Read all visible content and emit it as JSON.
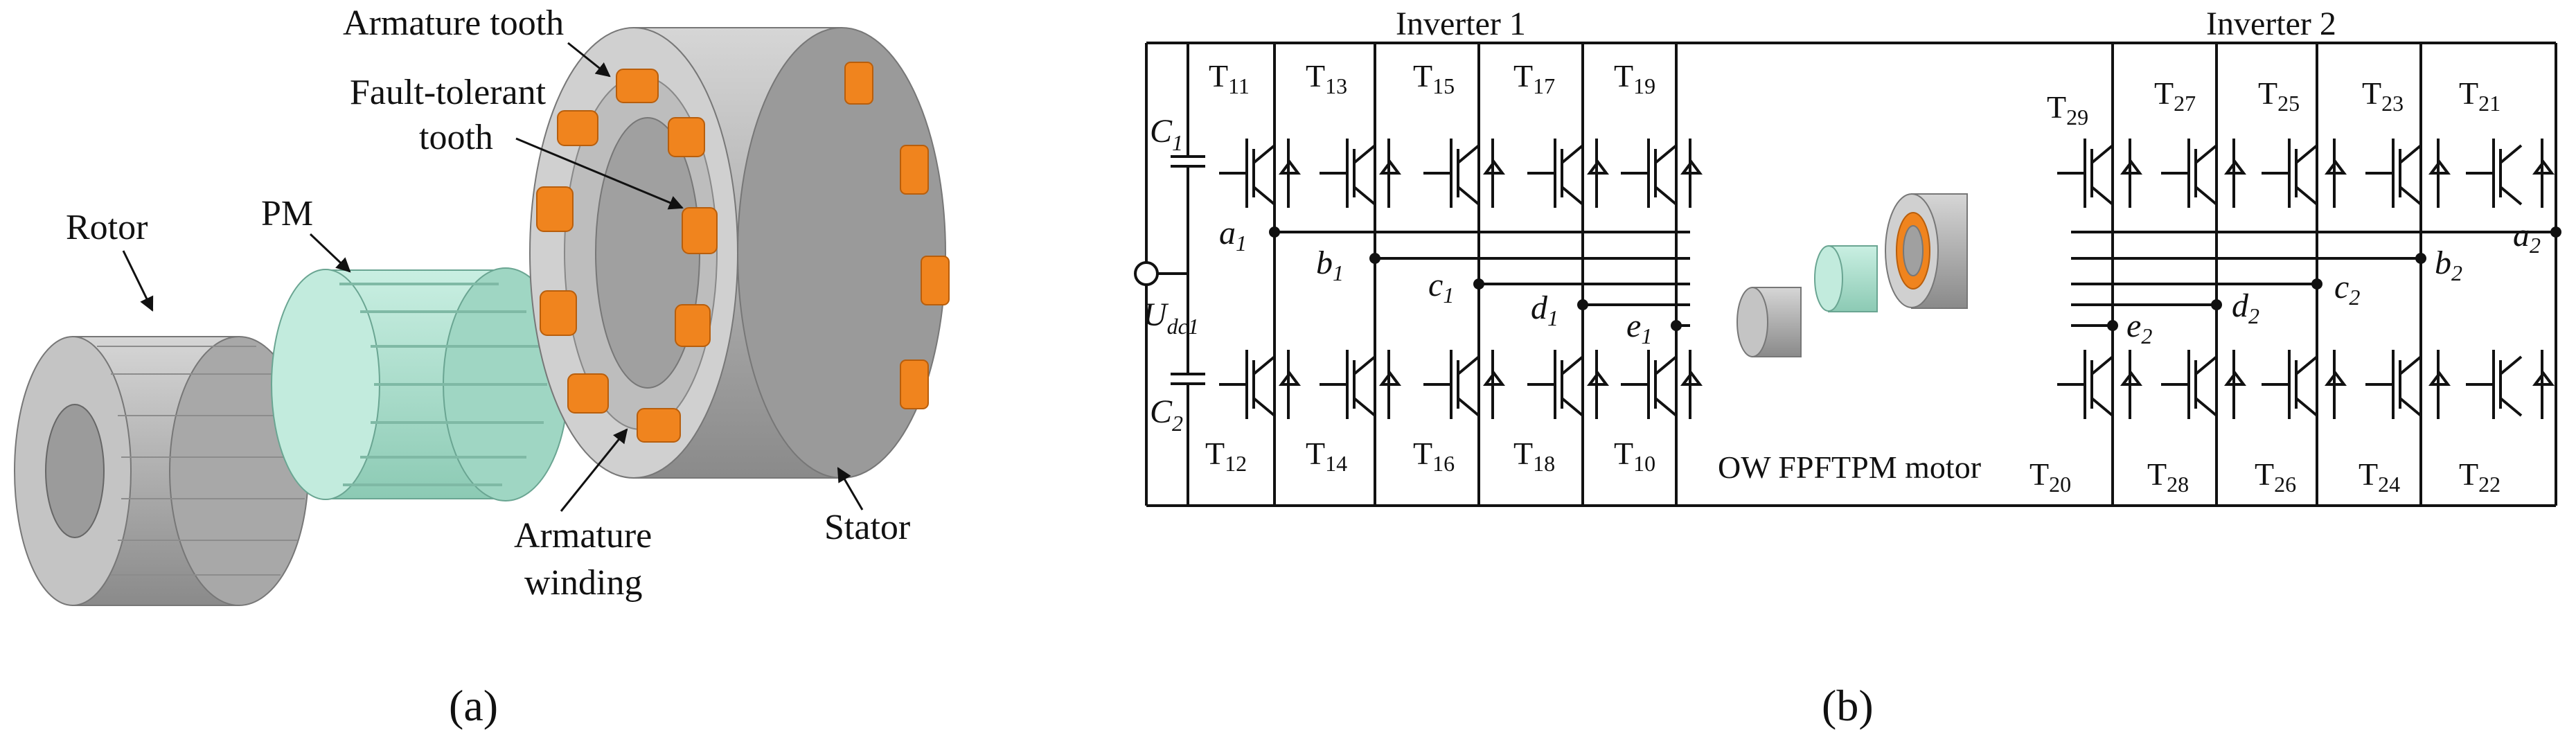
{
  "panel_a": {
    "caption": "(a)",
    "labels": {
      "armature_tooth": "Armature tooth",
      "fault_tolerant_1": "Fault-tolerant",
      "fault_tolerant_2": "tooth",
      "rotor": "Rotor",
      "pm": "PM",
      "armature_winding_1": "Armature",
      "armature_winding_2": "winding",
      "stator": "Stator"
    },
    "colors": {
      "steel": "#a9a9a9",
      "pm": "#a6dccb",
      "winding": "#f0841e"
    }
  },
  "panel_b": {
    "caption": "(b)",
    "inverter1_title": "Inverter 1",
    "inverter2_title": "Inverter 2",
    "motor_label": "OW FPFTPM motor",
    "capacitors": [
      {
        "main": "C",
        "sub": "1"
      },
      {
        "main": "C",
        "sub": "2"
      }
    ],
    "source": {
      "main": "U",
      "sub": "dc1"
    },
    "switches_top_1": [
      {
        "main": "T",
        "sub": "11"
      },
      {
        "main": "T",
        "sub": "13"
      },
      {
        "main": "T",
        "sub": "15"
      },
      {
        "main": "T",
        "sub": "17"
      },
      {
        "main": "T",
        "sub": "19"
      }
    ],
    "switches_bottom_1": [
      {
        "main": "T",
        "sub": "12"
      },
      {
        "main": "T",
        "sub": "14"
      },
      {
        "main": "T",
        "sub": "16"
      },
      {
        "main": "T",
        "sub": "18"
      },
      {
        "main": "T",
        "sub": "10"
      }
    ],
    "switches_top_2": [
      {
        "main": "T",
        "sub": "29"
      },
      {
        "main": "T",
        "sub": "27"
      },
      {
        "main": "T",
        "sub": "25"
      },
      {
        "main": "T",
        "sub": "23"
      },
      {
        "main": "T",
        "sub": "21"
      }
    ],
    "switches_bottom_2": [
      {
        "main": "T",
        "sub": "20"
      },
      {
        "main": "T",
        "sub": "28"
      },
      {
        "main": "T",
        "sub": "26"
      },
      {
        "main": "T",
        "sub": "24"
      },
      {
        "main": "T",
        "sub": "22"
      }
    ],
    "nodes_1": [
      {
        "main": "a",
        "sub": "1"
      },
      {
        "main": "b",
        "sub": "1"
      },
      {
        "main": "c",
        "sub": "1"
      },
      {
        "main": "d",
        "sub": "1"
      },
      {
        "main": "e",
        "sub": "1"
      }
    ],
    "nodes_2": [
      {
        "main": "e",
        "sub": "2"
      },
      {
        "main": "d",
        "sub": "2"
      },
      {
        "main": "c",
        "sub": "2"
      },
      {
        "main": "b",
        "sub": "2"
      },
      {
        "main": "a",
        "sub": "2"
      }
    ]
  }
}
